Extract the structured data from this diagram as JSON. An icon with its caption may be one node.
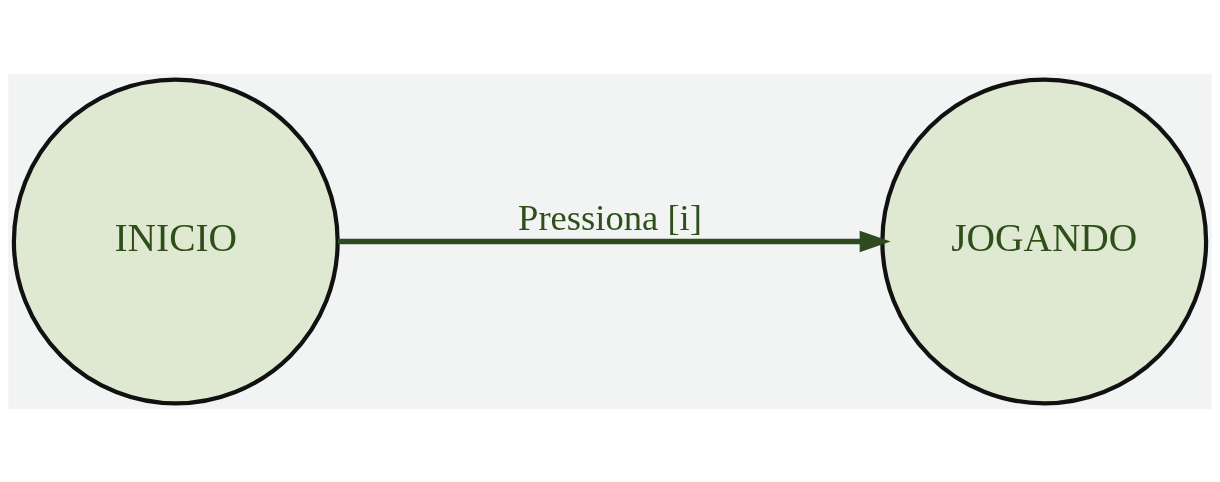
{
  "diagram": {
    "nodes": [
      {
        "text": [
          "INICIO"
        ]
      },
      {
        "text": [
          "JOGANDO"
        ]
      }
    ],
    "edges": [
      {
        "from": 0,
        "to": 1,
        "arrow": "to",
        "label": "Pressiona [i]"
      }
    ]
  }
}
